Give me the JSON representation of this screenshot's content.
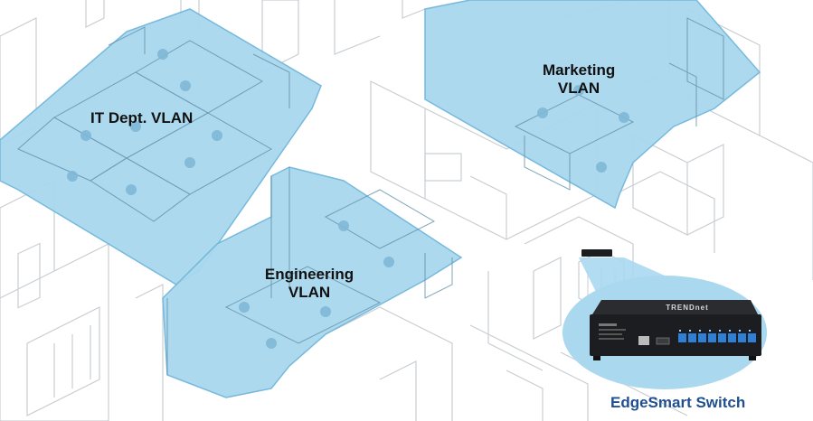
{
  "colors": {
    "vlan_fill": "#a9d8ef",
    "vlan_edge": "#6fb6dc",
    "wall_line": "#c9ced2",
    "switch_bubble": "#a9d8ef",
    "switch_body": "#1c1d20",
    "port_blue": "#2f7fd4",
    "caption": "#1f4f8f"
  },
  "zones": {
    "it": {
      "label": "IT Dept. VLAN"
    },
    "marketing": {
      "line1": "Marketing",
      "line2": "VLAN"
    },
    "engineering": {
      "line1": "Engineering",
      "line2": "VLAN"
    }
  },
  "switch": {
    "brand": "TRENDnet",
    "caption": "EdgeSmart Switch",
    "port_count": 8
  }
}
